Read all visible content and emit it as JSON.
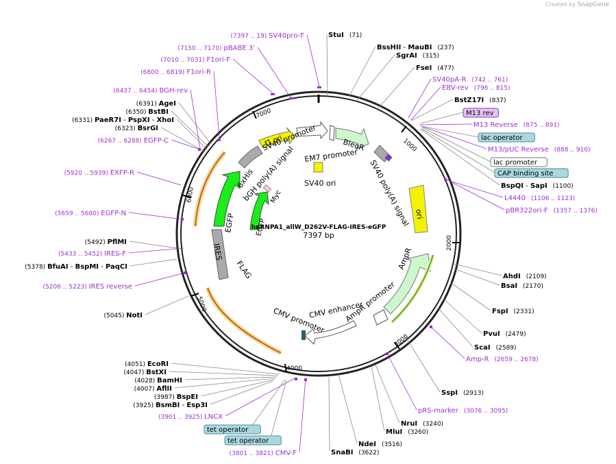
{
  "watermark": {
    "prefix": "Created by",
    "brand": "SnapGene"
  },
  "plasmid": {
    "name": "hnRNPA1_allW_D262V-FLAG-IRES-eGFP",
    "length": "7397 bp",
    "total_bp": 7397
  },
  "ticks": [
    "1000",
    "2000",
    "3000",
    "4000",
    "5000",
    "6000",
    "7000"
  ],
  "colors": {
    "enzyme": "#000000",
    "primer": "#9b30d0",
    "ring": "#222222"
  },
  "enzymes_right": [
    {
      "name": "StuI",
      "pos": "(71)"
    },
    {
      "name": "BssHII",
      "sep": " - ",
      "name2": "MauBI",
      "pos": "(237)"
    },
    {
      "name": "SgrAI",
      "pos": "(315)"
    },
    {
      "name": "FseI",
      "pos": "(477)"
    },
    {
      "name": "BstZ17I",
      "pos": "(837)"
    },
    {
      "name": "BspQI",
      "sep": " - ",
      "name2": "SapI",
      "pos": "(1100)"
    },
    {
      "name": "AhdI",
      "pos": "(2109)"
    },
    {
      "name": "BsaI",
      "pos": "(2170)"
    },
    {
      "name": "FspI",
      "pos": "(2331)"
    },
    {
      "name": "PvuI",
      "pos": "(2479)"
    },
    {
      "name": "ScaI",
      "pos": "(2589)"
    },
    {
      "name": "SspI",
      "pos": "(2913)"
    },
    {
      "name": "NruI",
      "pos": "(3240)"
    },
    {
      "name": "MluI",
      "pos": "(3260)"
    },
    {
      "name": "NdeI",
      "pos": "(3516)"
    },
    {
      "name": "SnaBI",
      "pos": "(3622)"
    }
  ],
  "enzymes_left": [
    {
      "name": "AgeI",
      "pos": "(6391)"
    },
    {
      "name": "BstBI",
      "pos": "(6350)"
    },
    {
      "name": "PaeR7I",
      "sep": " - ",
      "name2": "PspXI",
      "sep2": " - ",
      "name3": "XhoI",
      "pos": "(6331)"
    },
    {
      "name": "BsrGI",
      "pos": "(6323)"
    },
    {
      "name": "PflMI",
      "pos": "(5492)"
    },
    {
      "name": "BfuAI",
      "sep": " - ",
      "name2": "BspMI",
      "sep2": " - ",
      "name3": "PaqCI",
      "pos": "(5378)"
    },
    {
      "name": "NotI",
      "pos": "(5045)"
    },
    {
      "name": "EcoRI",
      "pos": "(4051)"
    },
    {
      "name": "BstXI",
      "pos": "(4047)"
    },
    {
      "name": "BamHI",
      "pos": "(4028)"
    },
    {
      "name": "AflII",
      "pos": "(4007)"
    },
    {
      "name": "BspEI",
      "pos": "(3987)"
    },
    {
      "name": "BsmBI",
      "sep": " - ",
      "name2": "Esp3I",
      "pos": "(3925)"
    }
  ],
  "primers": [
    {
      "name": "SV40pro-F",
      "range": "(7397 .. 19)"
    },
    {
      "name": "pBABE 3'",
      "range": "(7150 .. 7170)"
    },
    {
      "name": "F1ori-F",
      "range": "(7010 .. 7031)"
    },
    {
      "name": "F1ori-R",
      "range": "(6800 .. 6819)"
    },
    {
      "name": "BGH-rev",
      "range": "(6437 .. 6454)"
    },
    {
      "name": "EGFP-C",
      "range": "(6267 .. 6288)"
    },
    {
      "name": "EXFP-R",
      "range": "(5920 .. 5939)"
    },
    {
      "name": "EGFP-N",
      "range": "(5659 .. 5680)"
    },
    {
      "name": "IRES-F",
      "range": "(5433 .. 5452)"
    },
    {
      "name": "IRES reverse",
      "range": "(5206 .. 5223)"
    },
    {
      "name": "LNCX",
      "range": "(3901 .. 3925)"
    },
    {
      "name": "CMV-F",
      "range": "(3801 .. 3821)"
    },
    {
      "name": "SV40pA-R",
      "range": "(742 .. 761)"
    },
    {
      "name": "EBV-rev",
      "range": "(796 .. 815)"
    },
    {
      "name": "M13 Reverse",
      "range": "(875 .. 891)"
    },
    {
      "name": "M13/pUC Reverse",
      "range": "(888 .. 910)"
    },
    {
      "name": "L4440",
      "range": "(1106 .. 1123)"
    },
    {
      "name": "pBR322ori-F",
      "range": "(1357 .. 1376)"
    },
    {
      "name": "Amp-R",
      "range": "(2659 .. 2678)"
    },
    {
      "name": "pRS-marker",
      "range": "(3076 .. 3095)"
    }
  ],
  "boxed_labels": [
    {
      "name": "M13 rev",
      "style": "purple"
    },
    {
      "name": "lac operator",
      "style": "teal"
    },
    {
      "name": "lac promoter",
      "style": "white"
    },
    {
      "name": "CAP binding site",
      "style": "teal"
    },
    {
      "name": "tet operator",
      "style": "teal"
    },
    {
      "name": "tet operator",
      "style": "teal"
    }
  ],
  "features": [
    {
      "name": "SV40 promoter"
    },
    {
      "name": "EM7 promoter"
    },
    {
      "name": "BleoR"
    },
    {
      "name": "SV40 ori"
    },
    {
      "name": "SV40 poly(A) signal"
    },
    {
      "name": "ori"
    },
    {
      "name": "AmpR"
    },
    {
      "name": "AmpR promoter"
    },
    {
      "name": "CMV enhancer"
    },
    {
      "name": "CMV promoter"
    },
    {
      "name": "FLAG"
    },
    {
      "name": "IRES"
    },
    {
      "name": "EGFP"
    },
    {
      "name": "6xHis"
    },
    {
      "name": "bGH poly(A) signal"
    },
    {
      "name": "f1 ori"
    },
    {
      "name": "Myc"
    },
    {
      "name": "EGFP"
    }
  ]
}
